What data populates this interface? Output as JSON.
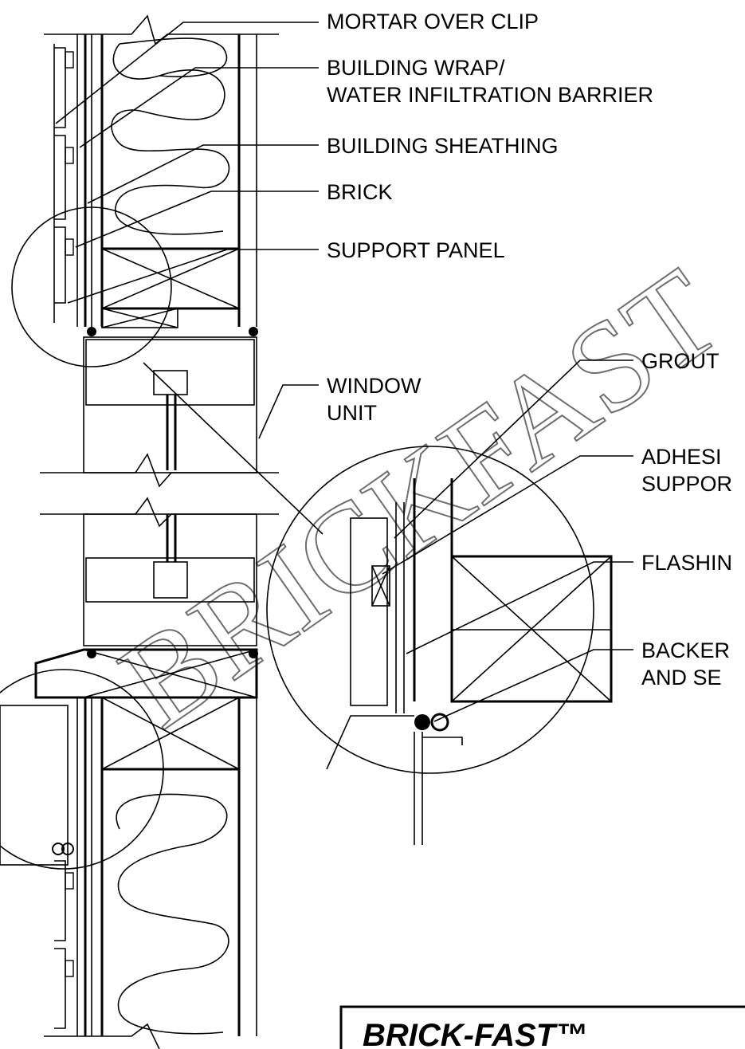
{
  "labels": {
    "mortar_over_clip": "MORTAR OVER CLIP",
    "building_wrap_line1": "BUILDING WRAP/",
    "building_wrap_line2": "WATER INFILTRATION BARRIER",
    "building_sheathing": "BUILDING SHEATHING",
    "brick": "BRICK",
    "support_panel": "SUPPORT PANEL",
    "window_unit_line1": "WINDOW",
    "window_unit_line2": "UNIT",
    "grout": "GROUT",
    "adhesive_line1": "ADHESI",
    "adhesive_line2": "SUPPOR",
    "flashing": "FLASHIN",
    "backer_line1": "BACKER",
    "backer_line2": "AND SE"
  },
  "watermark": "BRICKFAST",
  "title_block": {
    "title": "BRICK-FAST™"
  }
}
